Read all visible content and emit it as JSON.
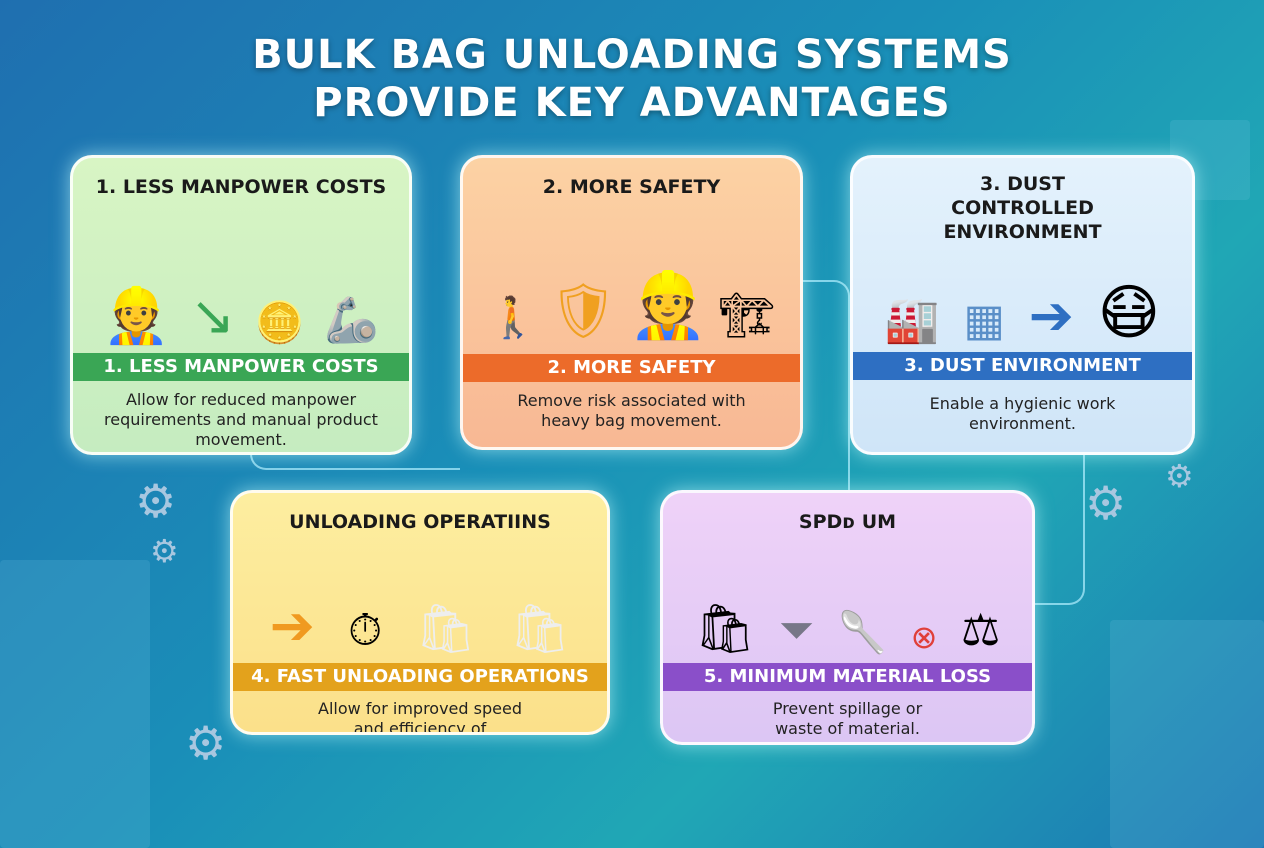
{
  "title": {
    "line1": "BULK BAG UNLOADING SYSTEMS",
    "line2": "PROVIDE KEY ADVANTAGES"
  },
  "cards": [
    {
      "heading": "1. LESS MANPOWER COSTS",
      "banner": "1. LESS MANPOWER COSTS",
      "description": "Allow for reduced manpower requirements and manual product movement.",
      "color": "#3aa655",
      "icons": [
        "workers",
        "down-arrow",
        "coins",
        "robot-arm"
      ]
    },
    {
      "heading": "2. MORE SAFETY",
      "banner": "2. MORE SAFETY",
      "description": "Remove risk associated with heavy bag movement.",
      "color": "#ec6b2a",
      "icons": [
        "worker-cart",
        "shield",
        "hard-hat-worker",
        "bag-unloader"
      ]
    },
    {
      "heading": "3. DUST CONTROLLED ENVIRONMENT",
      "banner": "3. DUST ENVIRONMENT",
      "description": "Enable a hygienic work environment.",
      "color": "#2e6fc2",
      "icons": [
        "factory",
        "filter",
        "arrow",
        "masked-worker"
      ]
    },
    {
      "heading": "UNLOADING OPERATIINS",
      "banner": "4. FAST UNLOADING OPERATIONS",
      "description": "Allow for improved speed and efficiency of operation.",
      "color": "#e3a21c",
      "icons": [
        "arrow",
        "stopwatch",
        "bulk-bags",
        "conveyor"
      ]
    },
    {
      "heading": "SPDᴅ UM",
      "banner": "5. MINIMUM MATERIAL LOSS",
      "description": "Prevent spillage or waste of material.",
      "color": "#8a4fc9",
      "icons": [
        "pouring-bag",
        "funnel",
        "scoop",
        "scale"
      ]
    }
  ]
}
